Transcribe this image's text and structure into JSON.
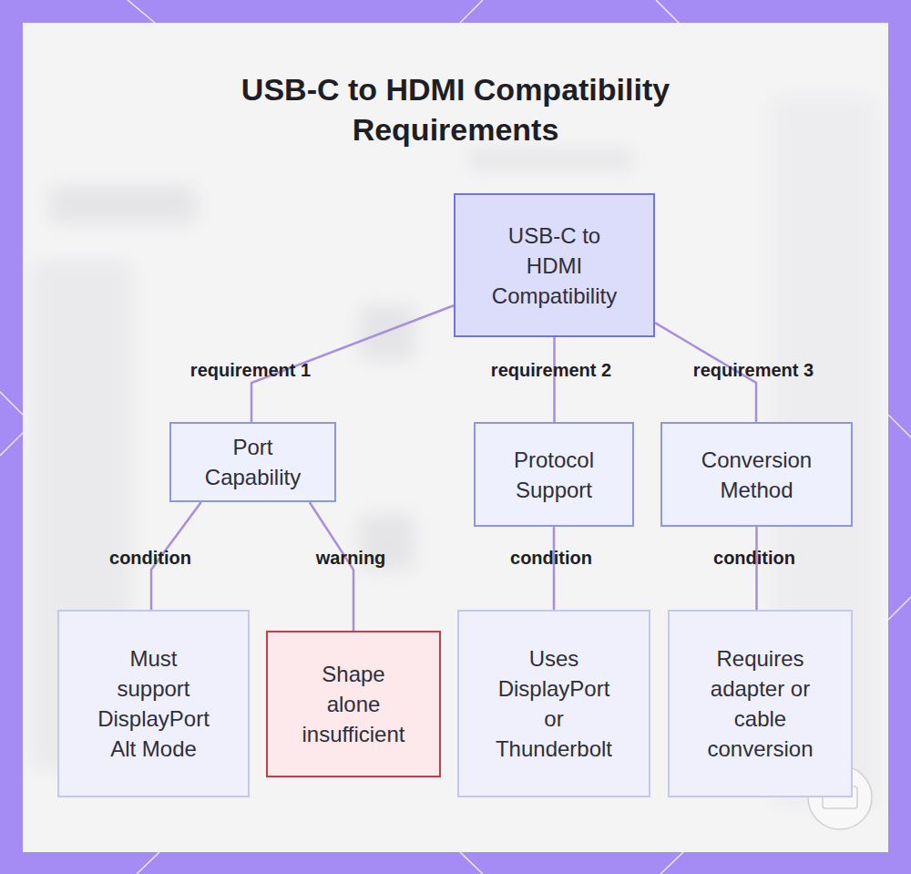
{
  "diagram": {
    "title": "USB-C to HDMI Compatibility Requirements",
    "nodes": [
      {
        "text": [
          "USB-C to HDMI Compatibility"
        ]
      },
      {
        "text": [
          "Port Capability"
        ]
      },
      {
        "text": [
          "Protocol Support"
        ]
      },
      {
        "text": [
          "Conversion Method"
        ]
      },
      {
        "text": [
          "Must support DisplayPort Alt Mode"
        ]
      },
      {
        "text": [
          "Shape alone insufficient"
        ]
      },
      {
        "text": [
          "Uses DisplayPort or Thunderbolt"
        ]
      },
      {
        "text": [
          "Requires adapter or cable conversion"
        ]
      }
    ],
    "edges": [
      {
        "from": 0,
        "to": 1,
        "label": "requirement 1",
        "arrow": "none"
      },
      {
        "from": 0,
        "to": 2,
        "label": "requirement 2",
        "arrow": "none"
      },
      {
        "from": 0,
        "to": 3,
        "label": "requirement 3",
        "arrow": "none"
      },
      {
        "from": 1,
        "to": 4,
        "label": "condition",
        "arrow": "none"
      },
      {
        "from": 1,
        "to": 5,
        "label": "warning",
        "arrow": "none"
      },
      {
        "from": 2,
        "to": 6,
        "label": "condition",
        "arrow": "none"
      },
      {
        "from": 3,
        "to": 7,
        "label": "condition",
        "arrow": "none"
      }
    ]
  }
}
